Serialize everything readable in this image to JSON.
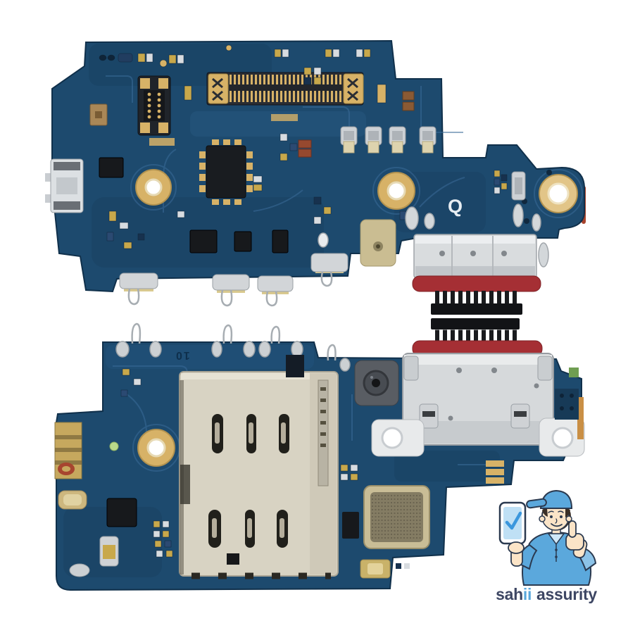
{
  "image": {
    "description": "Product photo: charging port flex PCB shown from front and back, with SIM reader, USB-C connector and brand mascot watermark",
    "background": "#ffffff"
  },
  "markings": {
    "q_label": "Q",
    "board_number": "10"
  },
  "brand": {
    "word1": "sah",
    "word1_accent": "ii",
    "word2": "assurity",
    "text_color": "#3d4663",
    "accent_color": "#58a7dc",
    "mascot": "technician in blue cap and polo giving thumbs-up, holding phone with blue checkmark"
  },
  "colors": {
    "pcb_blue": "#1d4a6e",
    "pcb_edge": "#10304b",
    "trace_blue": "#3a6b99",
    "gold": "#d7b267",
    "silver": "#d4d7da",
    "ic_black": "#17191c",
    "gasket_red": "#a52f34",
    "sim_metal": "#d8d3c3",
    "mesh_gold": "#c9bd96",
    "skin": "#fbe4c7",
    "shirt_blue": "#5ba8dc",
    "phone_screen": "#bfe0f5",
    "check_blue": "#3b97dd"
  }
}
